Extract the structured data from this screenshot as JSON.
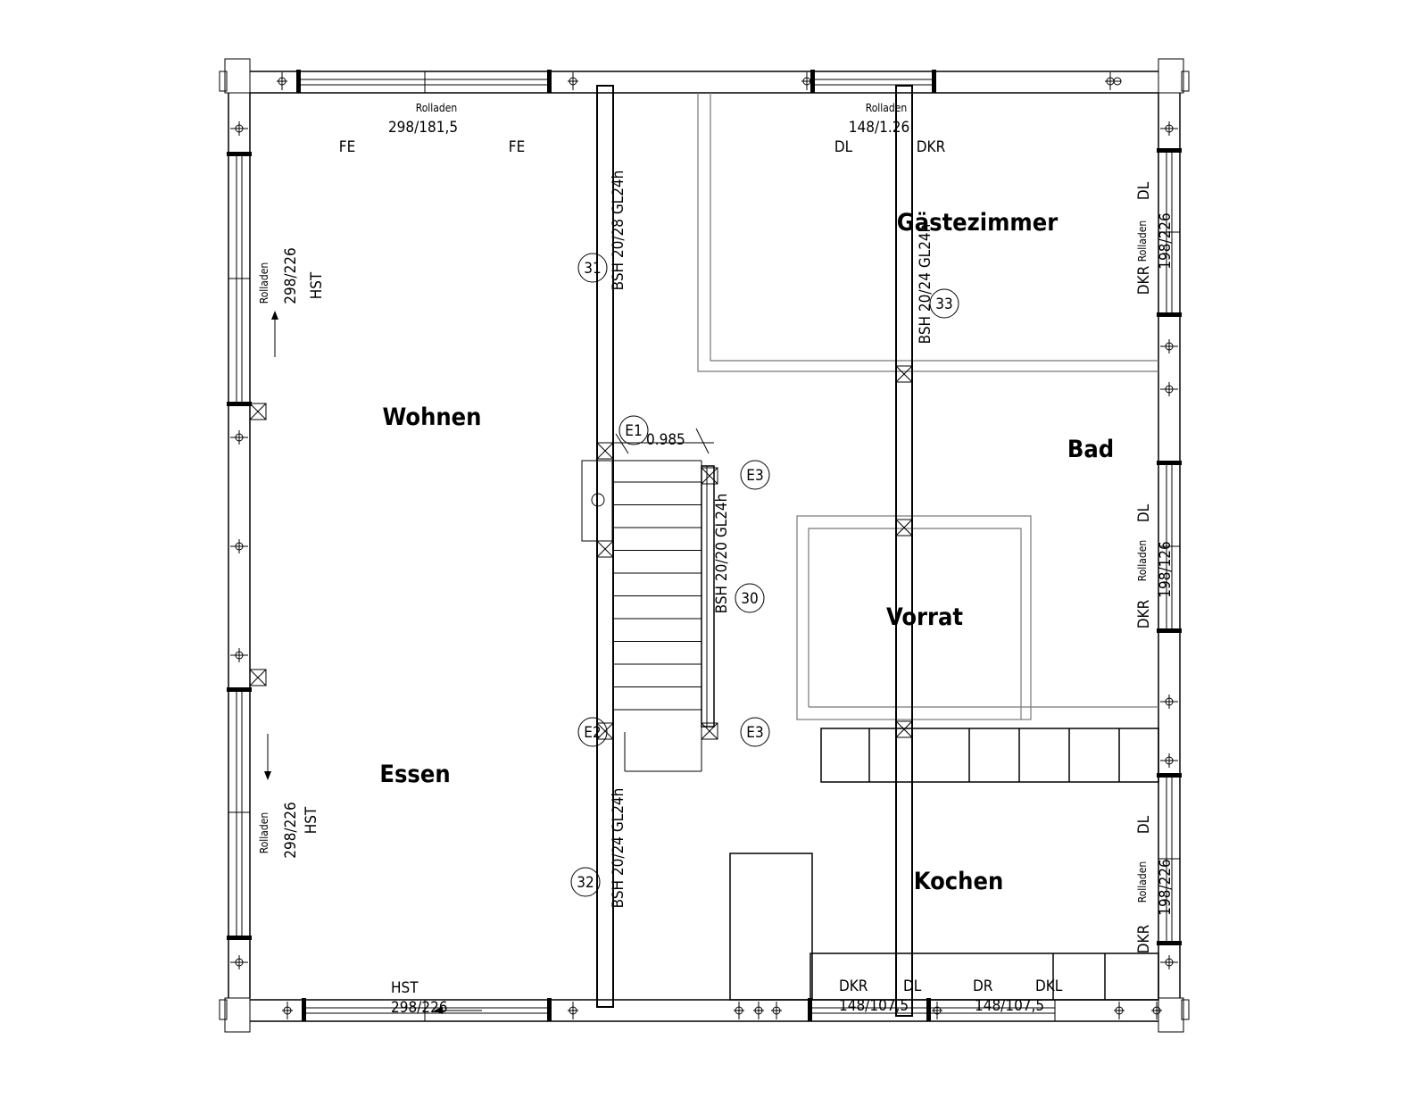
{
  "rooms": {
    "wohnen": "Wohnen",
    "essen": "Essen",
    "gaestezimmer": "Gästezimmer",
    "bad": "Bad",
    "vorrat": "Vorrat",
    "kochen": "Kochen"
  },
  "top_wall": {
    "rolladen_left": "Rolladen",
    "size_left": "298/181,5",
    "fe_1": "FE",
    "fe_2": "FE",
    "rolladen_right": "Rolladen",
    "size_right": "148/1.26",
    "dl": "DL",
    "dkr": "DKR"
  },
  "left_wall": {
    "upper": {
      "rolladen": "Rolladen",
      "size": "298/226",
      "type": "HST"
    },
    "lower": {
      "rolladen": "Rolladen",
      "size": "298/226",
      "type": "HST"
    }
  },
  "right_wall": {
    "upper": {
      "dl": "DL",
      "rolladen": "Rolladen",
      "size": "198/226",
      "dkr": "DKR"
    },
    "middle": {
      "dl": "DL",
      "rolladen": "Rolladen",
      "size": "198/126",
      "dkr": "DKR"
    },
    "lower": {
      "dl": "DL",
      "rolladen": "Rolladen",
      "size": "198/226",
      "dkr": "DKR"
    }
  },
  "bottom_wall": {
    "hst": "HST",
    "hst_size": "298/226",
    "dkr": "DKR",
    "dl": "DL",
    "size_1": "148/107,5",
    "dr": "DR",
    "dkl": "DKL",
    "size_2": "148/107,5"
  },
  "beams": {
    "b31": "BSH 20/28 GL24h",
    "b32": "BSH 20/24 GL24h",
    "b33": "BSH 20/24 GL24h",
    "b30": "BSH 20/20 GL24h"
  },
  "markers": {
    "m31": "31",
    "m32": "32",
    "m33": "33",
    "m30": "30",
    "e1": "E1",
    "e2": "E2",
    "e3_top": "E3",
    "e3_bottom": "E3"
  },
  "dimension": "0.985"
}
